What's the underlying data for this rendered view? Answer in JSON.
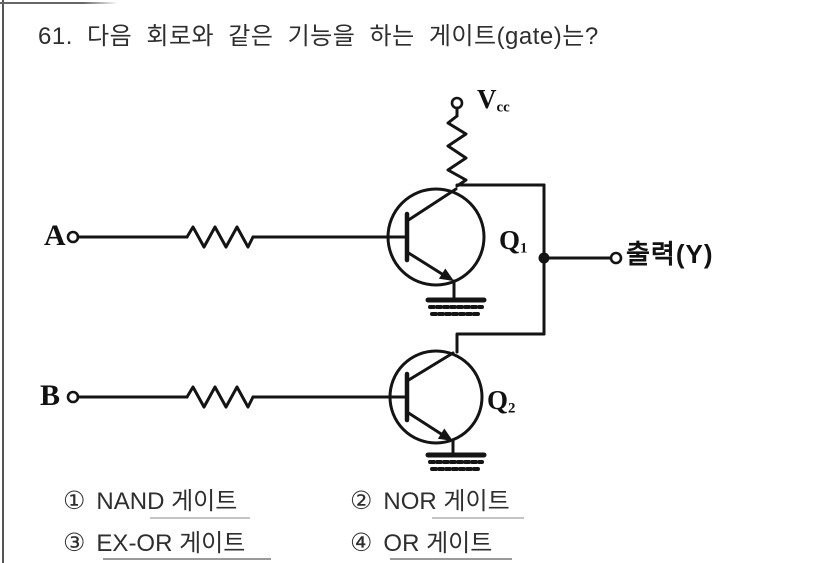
{
  "question": {
    "title": "61. 다음 회로와 같은 기능을 하는 게이트(gate)는?"
  },
  "circuit": {
    "labels": {
      "input_a": "A",
      "input_b": "B",
      "vcc_main": "V",
      "vcc_sub": "cc",
      "q1_main": "Q",
      "q1_sub": "1",
      "q2_main": "Q",
      "q2_sub": "2",
      "output": "출력(Y)"
    }
  },
  "choices": [
    {
      "marker": "①",
      "label": "NAND 게이트"
    },
    {
      "marker": "②",
      "label": "NOR 게이트"
    },
    {
      "marker": "③",
      "label": "EX-OR 게이트"
    },
    {
      "marker": "④",
      "label": "OR 게이트"
    }
  ],
  "colors": {
    "paper": "#ffffff",
    "text_ink": "#2e2e2e",
    "circuit_ink": "#141414",
    "cell_border": "#555555"
  }
}
